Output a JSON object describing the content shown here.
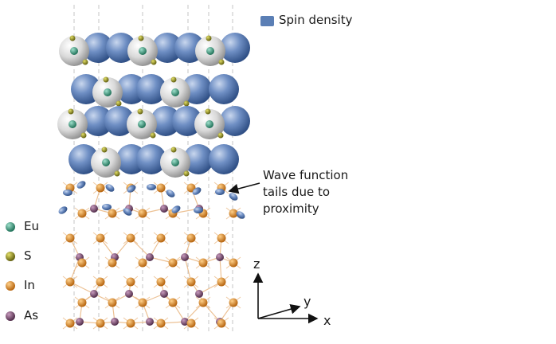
{
  "legend_top": {
    "label": "Spin density",
    "color": "#5b7fb5"
  },
  "legend_atoms": [
    {
      "label": "Eu",
      "color": "#2e9b7a"
    },
    {
      "label": "S",
      "color": "#8c8a1e"
    },
    {
      "label": "In",
      "color": "#e38a1c"
    },
    {
      "label": "As",
      "color": "#7d4b72"
    }
  ],
  "annotation": {
    "lines": [
      "Wave function",
      "tails due to",
      "proximity"
    ]
  },
  "axes": {
    "z": "z",
    "y": "y",
    "x": "x"
  },
  "colors": {
    "spin_density": "#5b7fb5",
    "eu_shell": "#d8d8d8",
    "eu": "#2e9b7a",
    "s": "#8c8a1e",
    "in": "#e38a1c",
    "as": "#7d4b72",
    "bond": "#e8b27a",
    "cell_line": "#c4c4c4"
  }
}
